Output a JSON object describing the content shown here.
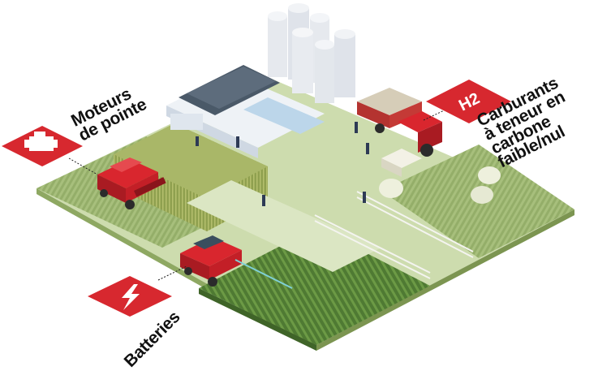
{
  "callouts": {
    "engines": {
      "line1": "Moteurs",
      "line2": "de pointe",
      "icon": "engine-icon",
      "color": "#d7282f"
    },
    "hydrogen": {
      "badge": "H2",
      "line1": "Carburants",
      "line2": "à teneur en",
      "line3": "carbone",
      "line4": "faible/nul",
      "icon": "hydrogen-icon",
      "color": "#d7282f"
    },
    "batteries": {
      "line1": "Batteries",
      "icon": "lightning-bolt-icon",
      "color": "#d7282f"
    }
  },
  "colors": {
    "accent": "#d7282f",
    "field_light": "#c9d8a8",
    "field_dark": "#7f9a4e",
    "crop": "#5f8a3c",
    "wheat": "#9aa85a"
  }
}
